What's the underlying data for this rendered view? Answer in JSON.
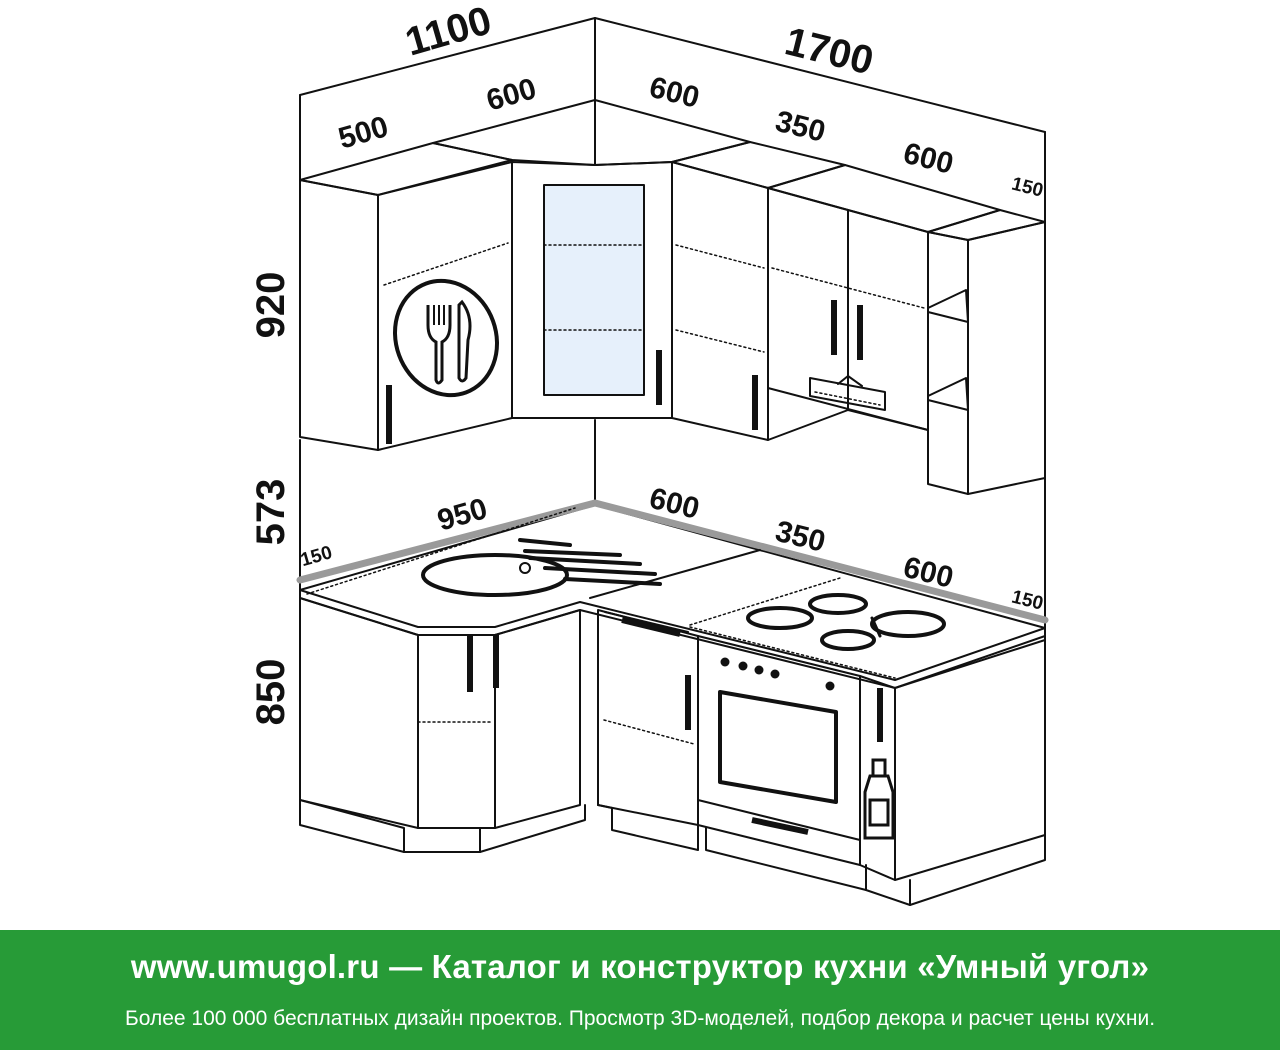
{
  "dimensions": {
    "top_left_total": "1100",
    "top_right_total": "1700",
    "upper_500": "500",
    "upper_600_left": "600",
    "upper_600_right": "600",
    "upper_350": "350",
    "upper_600_far": "600",
    "upper_150": "150",
    "height_920": "920",
    "height_573": "573",
    "height_850": "850",
    "base_150_left": "150",
    "base_950": "950",
    "base_600_left": "600",
    "base_350": "350",
    "base_600_right": "600",
    "base_150_right": "150"
  },
  "icons": {
    "cutlery": "fork-knife-icon",
    "bottle": "bottle-icon"
  },
  "colors": {
    "footer_bg": "#279b37",
    "footer_text": "#ffffff",
    "glass": "#e6f0fb",
    "line": "#111111"
  },
  "footer": {
    "title": "www.umugol.ru — Каталог и конструктор кухни «Умный угол»",
    "subtitle": "Более 100 000 бесплатных дизайн проектов. Просмотр 3D-моделей, подбор декора и расчет цены кухни."
  }
}
